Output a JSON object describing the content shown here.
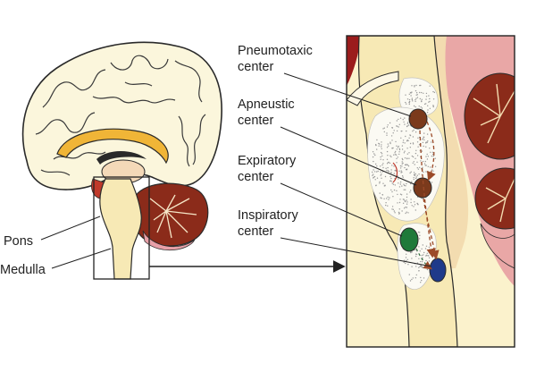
{
  "labels": {
    "pons": "Pons",
    "medulla": "Medulla",
    "pneumotaxic": [
      "Pneumotaxic",
      "center"
    ],
    "apneustic": [
      "Apneustic",
      "center"
    ],
    "expiratory": [
      "Expiratory",
      "center"
    ],
    "inspiratory": [
      "Inspiratory",
      "center"
    ]
  },
  "colors": {
    "brain_fill": "#fbf6dc",
    "corpus_callosum": "#f0b537",
    "brainstem": "#f7e9b5",
    "cerebellum": "#8b2b1a",
    "center_brown": "#7b3a1c",
    "expiratory_green": "#1f7a3a",
    "inspiratory_blue": "#1f3a8a",
    "pink": "#e8a0a8",
    "arrow_dashed": "#9b4a28"
  }
}
